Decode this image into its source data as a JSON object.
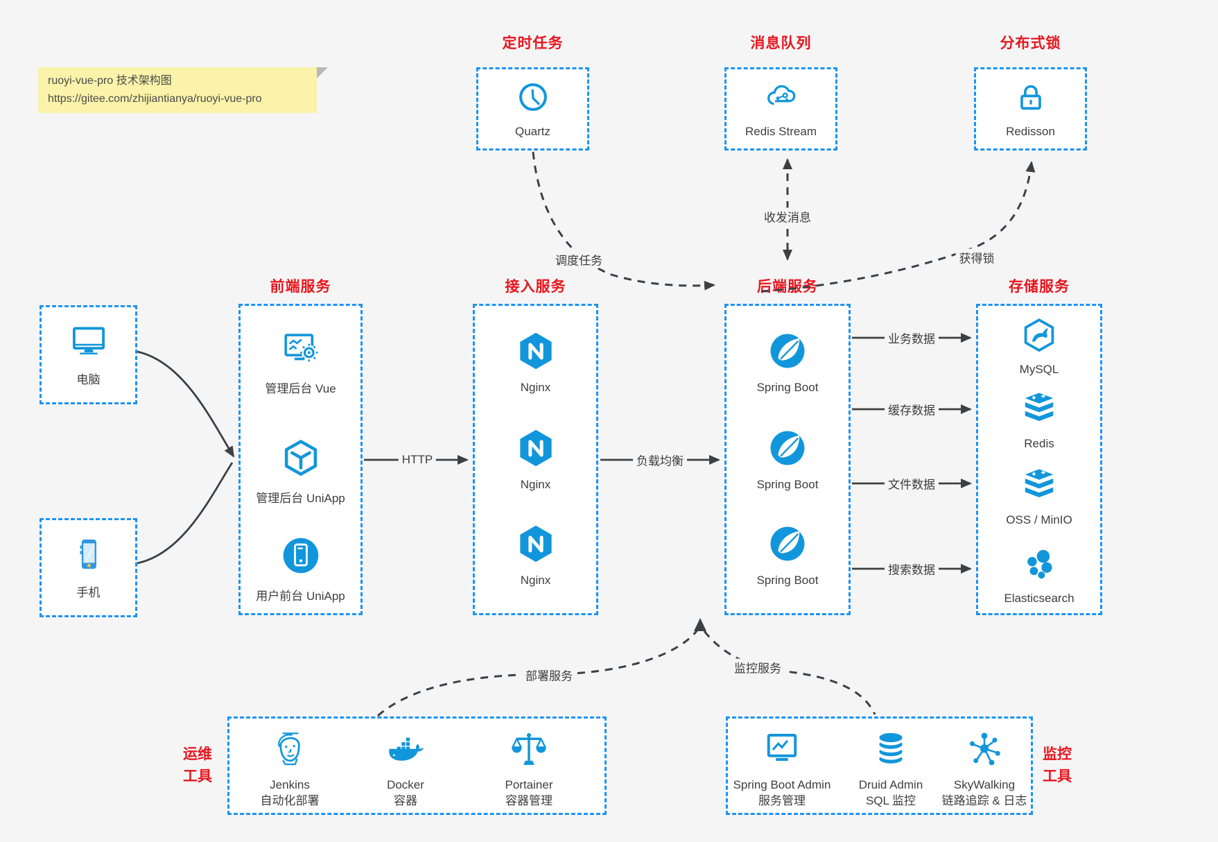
{
  "colors": {
    "accent_blue": "#1b93f5",
    "icon_blue": "#1296db",
    "title_red": "#e9151d",
    "arrow_gray": "#3d4043",
    "background": "#f5f5f6",
    "box_background": "#ffffff",
    "note_background": "#faf3a9"
  },
  "note": {
    "title": "ruoyi-vue-pro 技术架构图",
    "url": "https://gitee.com/zhijiantianya/ruoyi-vue-pro"
  },
  "top_groups": [
    {
      "title": "定时任务",
      "item": {
        "icon": "clock-icon",
        "label": "Quartz"
      }
    },
    {
      "title": "消息队列",
      "item": {
        "icon": "cloud-network-icon",
        "label": "Redis Stream"
      }
    },
    {
      "title": "分布式锁",
      "item": {
        "icon": "lock-icon",
        "label": "Redisson"
      }
    }
  ],
  "clients": [
    {
      "icon": "desktop-computer-icon",
      "label": "电脑"
    },
    {
      "icon": "smartphone-icon",
      "label": "手机"
    }
  ],
  "columns": [
    {
      "title": "前端服务",
      "items": [
        {
          "icon": "admin-vue-icon",
          "label": "管理后台 Vue"
        },
        {
          "icon": "uniapp-box-icon",
          "label": "管理后台 UniApp"
        },
        {
          "icon": "user-app-icon",
          "label": "用户前台 UniApp"
        }
      ]
    },
    {
      "title": "接入服务",
      "items": [
        {
          "icon": "nginx-icon",
          "label": "Nginx"
        },
        {
          "icon": "nginx-icon",
          "label": "Nginx"
        },
        {
          "icon": "nginx-icon",
          "label": "Nginx"
        }
      ]
    },
    {
      "title": "后端服务",
      "items": [
        {
          "icon": "spring-boot-icon",
          "label": "Spring Boot"
        },
        {
          "icon": "spring-boot-icon",
          "label": "Spring Boot"
        },
        {
          "icon": "spring-boot-icon",
          "label": "Spring Boot"
        }
      ]
    },
    {
      "title": "存储服务",
      "items": [
        {
          "icon": "mysql-icon",
          "label": "MySQL"
        },
        {
          "icon": "redis-icon",
          "label": "Redis"
        },
        {
          "icon": "oss-minio-icon",
          "label": "OSS / MinIO"
        },
        {
          "icon": "elasticsearch-icon",
          "label": "Elasticsearch"
        }
      ]
    }
  ],
  "bottom_groups": [
    {
      "side_label_line1": "运维",
      "side_label_line2": "工具",
      "items": [
        {
          "icon": "jenkins-icon",
          "label": "Jenkins",
          "sublabel": "自动化部署"
        },
        {
          "icon": "docker-icon",
          "label": "Docker",
          "sublabel": "容器"
        },
        {
          "icon": "portainer-icon",
          "label": "Portainer",
          "sublabel": "容器管理"
        }
      ]
    },
    {
      "side_label_line1": "监控",
      "side_label_line2": "工具",
      "items": [
        {
          "icon": "spring-boot-admin-icon",
          "label": "Spring Boot Admin",
          "sublabel": "服务管理"
        },
        {
          "icon": "druid-icon",
          "label": "Druid Admin",
          "sublabel": "SQL 监控"
        },
        {
          "icon": "skywalking-icon",
          "label": "SkyWalking",
          "sublabel": "链路追踪 & 日志"
        }
      ]
    }
  ],
  "edges": {
    "http": "HTTP",
    "load_balance": "负载均衡",
    "schedule": "调度任务",
    "messages": "收发消息",
    "lock": "获得锁",
    "business_data": "业务数据",
    "cache_data": "缓存数据",
    "file_data": "文件数据",
    "search_data": "搜索数据",
    "deploy": "部署服务",
    "monitor": "监控服务"
  }
}
